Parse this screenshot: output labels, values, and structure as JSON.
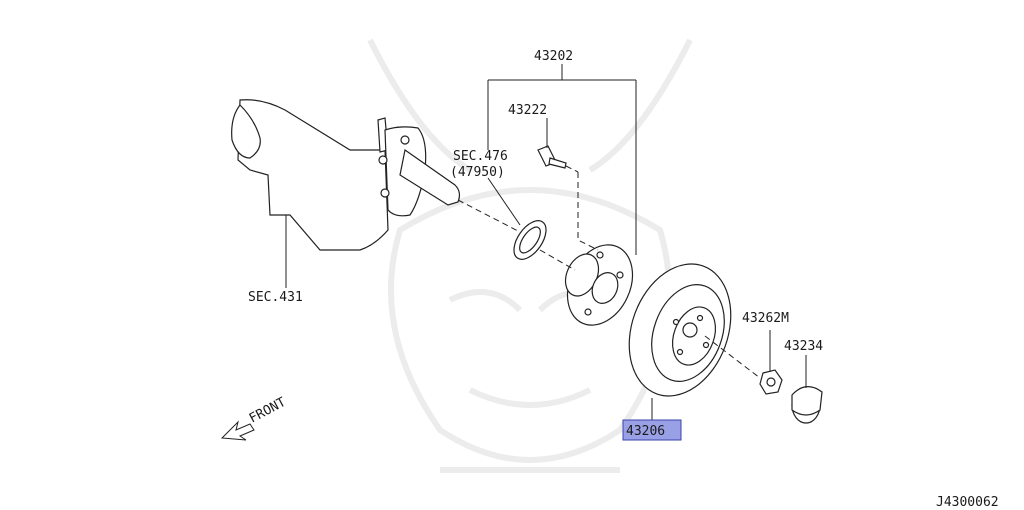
{
  "labels": {
    "hub_assembly": "43202",
    "hub_bolt": "43222",
    "sec_476": "SEC.476",
    "sec_476_sub": "(47950)",
    "sec_431": "SEC.431",
    "nut": "43262M",
    "cap": "43234",
    "drum": "43206",
    "front": "FRONT",
    "diagram_code": "J4300062"
  },
  "colors": {
    "highlight_fill": "#9aa0e6",
    "highlight_stroke": "#3b44a8",
    "line": "#222222"
  },
  "icons": {
    "front_arrow": "front-arrow-icon",
    "watermark": "samurai-mask-watermark"
  }
}
